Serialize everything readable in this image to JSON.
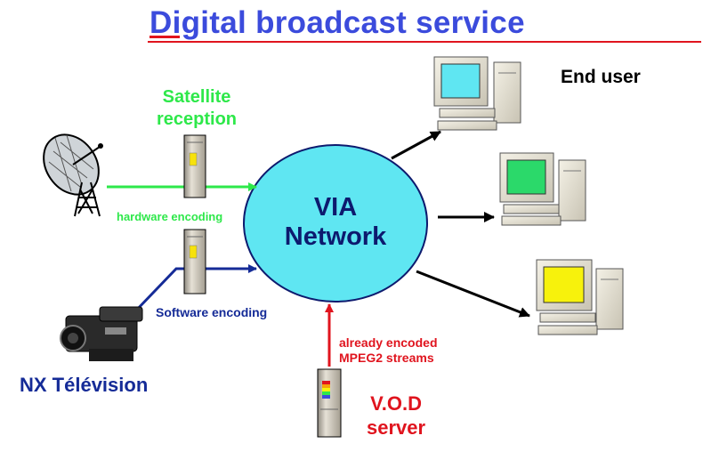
{
  "title": "Digital broadcast service",
  "end_user_label": "End user",
  "satellite_label_line1": "Satellite",
  "satellite_label_line2": "reception",
  "hardware_encoding_label": "hardware encoding",
  "software_encoding_label": "Software encoding",
  "source_label": "NX Télévision",
  "network_label_line1": "VIA",
  "network_label_line2": "Network",
  "stream_label_line1": "already encoded",
  "stream_label_line2": "MPEG2 streams",
  "vod_label_line1": "V.O.D",
  "vod_label_line2": "server",
  "colors": {
    "title": "#3b4bdc",
    "accent_red": "#e0141e",
    "satellite_green": "#2ee84a",
    "software_blue": "#152b97",
    "network_fill": "#5fe6f2",
    "screen_cyan": "#5fe6f2",
    "screen_green": "#2bd96a",
    "screen_yellow": "#f7f20c"
  },
  "icons": [
    "satellite-dish-icon",
    "camcorder-icon",
    "server-tower-icon",
    "desktop-computer-icon"
  ]
}
